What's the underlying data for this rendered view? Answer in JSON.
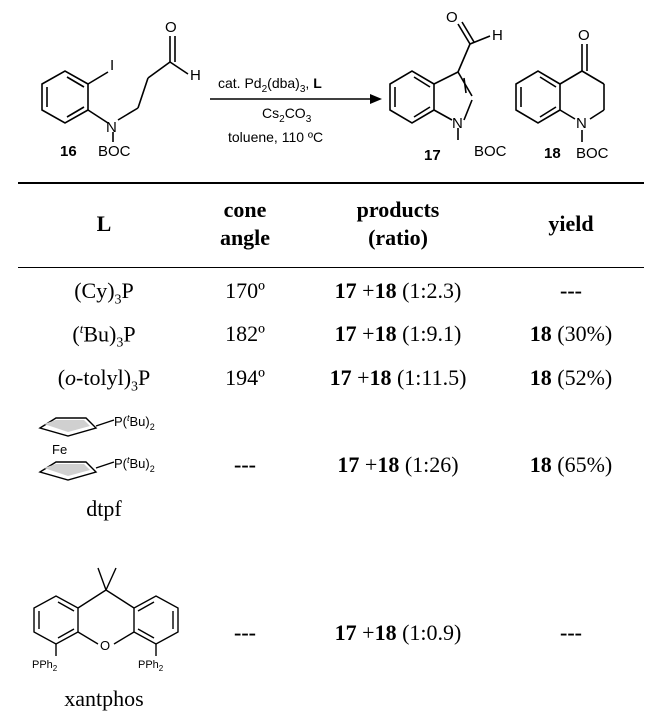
{
  "scheme": {
    "reactant_label": "16",
    "reactant_iodo": "I",
    "reactant_n": "N",
    "reactant_boc": "BOC",
    "reactant_o": "O",
    "reactant_h": "H",
    "cond_line1_pre": "cat. Pd",
    "cond_line1_sub1": "2",
    "cond_line1_mid": "(dba)",
    "cond_line1_sub2": "3",
    "cond_line1_sep": ", ",
    "cond_line1_ligand": "L",
    "cond_line2_pre": "Cs",
    "cond_line2_sub1": "2",
    "cond_line2_mid": "CO",
    "cond_line2_sub2": "3",
    "cond_line3": "toluene, 110 ºC",
    "product17_label": "17",
    "product17_n": "N",
    "product17_boc": "BOC",
    "product17_o": "O",
    "product17_h": "H",
    "product18_label": "18",
    "product18_n": "N",
    "product18_boc": "BOC",
    "product18_o": "O"
  },
  "table": {
    "headers": {
      "ligand": "L",
      "cone_line1": "cone",
      "cone_line2": "angle",
      "products_line1": "products",
      "products_line2": "(ratio)",
      "yield": "yield"
    },
    "rows": [
      {
        "ligand_pre": "(Cy)",
        "ligand_sub": "3",
        "ligand_post": "P",
        "cone": "170º",
        "p17": "17",
        "plus": " +",
        "p18": "18",
        "ratio": " (1:2.3)",
        "yield_num": "",
        "yield_pct": "",
        "yield_dash": "---"
      },
      {
        "ligand_pre": "(",
        "ligand_sup": "t",
        "ligand_mid": "Bu)",
        "ligand_sub": "3",
        "ligand_post": "P",
        "cone": "182º",
        "p17": "17",
        "plus": " +",
        "p18": "18",
        "ratio": " (1:9.1)",
        "yield_num": "18",
        "yield_pct": " (30%)"
      },
      {
        "ligand_pre": "(",
        "ligand_ital": "o",
        "ligand_mid": "-tolyl)",
        "ligand_sub": "3",
        "ligand_post": "P",
        "cone": "194º",
        "p17": "17",
        "plus": " +",
        "p18": "18",
        "ratio": " (1:11.5)",
        "yield_num": "18",
        "yield_pct": " (52%)"
      },
      {
        "ligand_name": "dtpf",
        "ligand_fe": "Fe",
        "ligand_p1": "P(",
        "ligand_p1_sup": "t",
        "ligand_p1_post": "Bu)",
        "ligand_p1_sub": "2",
        "cone": "---",
        "p17": "17",
        "plus": " +",
        "p18": "18",
        "ratio": " (1:26)",
        "yield_num": "18",
        "yield_pct": " (65%)"
      },
      {
        "ligand_name": "xantphos",
        "ligand_o": "O",
        "ligand_pph2": "PPh",
        "ligand_pph2_sub": "2",
        "cone": "---",
        "p17": "17",
        "plus": " +",
        "p18": "18",
        "ratio": " (1:0.9)",
        "yield_dash": "---"
      }
    ]
  }
}
